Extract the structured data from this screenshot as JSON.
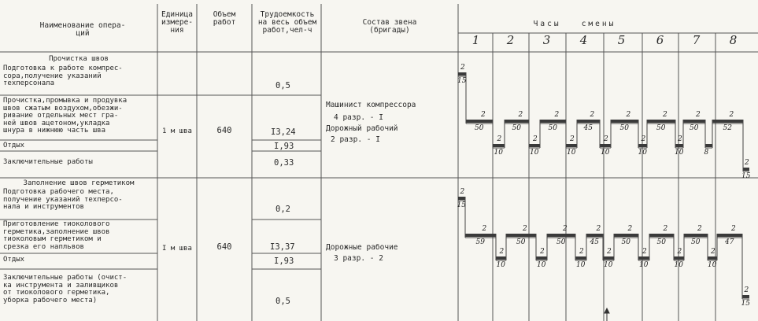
{
  "headers": {
    "operation": "Наименование опера-\nций",
    "unit": "Единица\nизмере-\nния",
    "volume": "Объем\nработ",
    "labor": "Трудоемкость\nна весь объем\nработ,чел-ч",
    "crew": "Состав звена\n(бригады)",
    "shift_hours": "Часы   смены",
    "hours": [
      "1",
      "2",
      "3",
      "4",
      "5",
      "6",
      "7",
      "8"
    ]
  },
  "sections": [
    {
      "title": "Прочистка швов",
      "unit": "1 м шва",
      "volume": "640",
      "crew_lines": [
        "Машинист компрессора",
        "4 разр. - I",
        "Дорожный рабочий",
        "2 разр. - I"
      ],
      "operations": [
        {
          "name": "Подготовка к работе компрес-\nсора,получение указаний\nтехперсонала",
          "labor": "0,5"
        },
        {
          "name": "Прочистка,промывка и продувка\nшвов сжатым воздухом,обезжи-\nривание отдельных мест гра-\nней швов ацетоном,укладка\nшнура в нижнюю часть шва",
          "labor": "I3,24"
        },
        {
          "name": "Отдых",
          "labor": "I,93"
        },
        {
          "name": "Заключительные работы",
          "labor": "0,33"
        }
      ],
      "schedule_labels": [
        {
          "top": "2",
          "bottom": "15"
        },
        {
          "top": "2",
          "bottom": "50"
        },
        {
          "top": "2",
          "bottom": "10"
        },
        {
          "top": "2",
          "bottom": "50"
        },
        {
          "top": "2",
          "bottom": "10"
        },
        {
          "top": "2",
          "bottom": "50"
        },
        {
          "top": "2",
          "bottom": "10"
        },
        {
          "top": "2",
          "bottom": "45"
        },
        {
          "top": "2",
          "bottom": "10"
        },
        {
          "top": "2",
          "bottom": "50"
        },
        {
          "top": "2",
          "bottom": "10"
        },
        {
          "top": "2",
          "bottom": "50"
        },
        {
          "top": "2",
          "bottom": "10"
        },
        {
          "top": "2",
          "bottom": "50"
        },
        {
          "top": "",
          "bottom": "8"
        },
        {
          "top": "2",
          "bottom": "52"
        },
        {
          "top": "2",
          "bottom": "15"
        }
      ]
    },
    {
      "title": "Заполнение швов герметиком",
      "unit": "I м шва",
      "volume": "640",
      "crew_lines": [
        "Дорожные рабочие",
        "3 разр. - 2"
      ],
      "operations": [
        {
          "name": "Подготовка рабочего места,\nполучение указаний техперсо-\nнала и инструментов",
          "labor": "0,2"
        },
        {
          "name": "Приготовление тиоколового\nгерметика,заполнение швов\nтиоколовым герметиком и\nсрезка его напльвов",
          "labor": "I3,37"
        },
        {
          "name": "Отдых",
          "labor": "I,93"
        },
        {
          "name": "Заключительные работы (очист-\nка инструмента и заливщиков\nот тиоколового герметика,\nуборка рабочего места)",
          "labor": "0,5"
        }
      ],
      "schedule_labels": [
        {
          "top": "2",
          "bottom": "15"
        },
        {
          "top": "2",
          "bottom": "59"
        },
        {
          "top": "2",
          "bottom": "10"
        },
        {
          "top": "2",
          "bottom": "50"
        },
        {
          "top": "2",
          "bottom": "10"
        },
        {
          "top": "2",
          "bottom": "50"
        },
        {
          "top": "2",
          "bottom": "10"
        },
        {
          "top": "2",
          "bottom": "45"
        },
        {
          "top": "2",
          "bottom": "10"
        },
        {
          "top": "2",
          "bottom": "50"
        },
        {
          "top": "2",
          "bottom": "10"
        },
        {
          "top": "2",
          "bottom": "50"
        },
        {
          "top": "2",
          "bottom": "10"
        },
        {
          "top": "2",
          "bottom": "50"
        },
        {
          "top": "2",
          "bottom": "10"
        },
        {
          "top": "2",
          "bottom": "47"
        },
        {
          "top": "2",
          "bottom": "15"
        }
      ]
    }
  ]
}
